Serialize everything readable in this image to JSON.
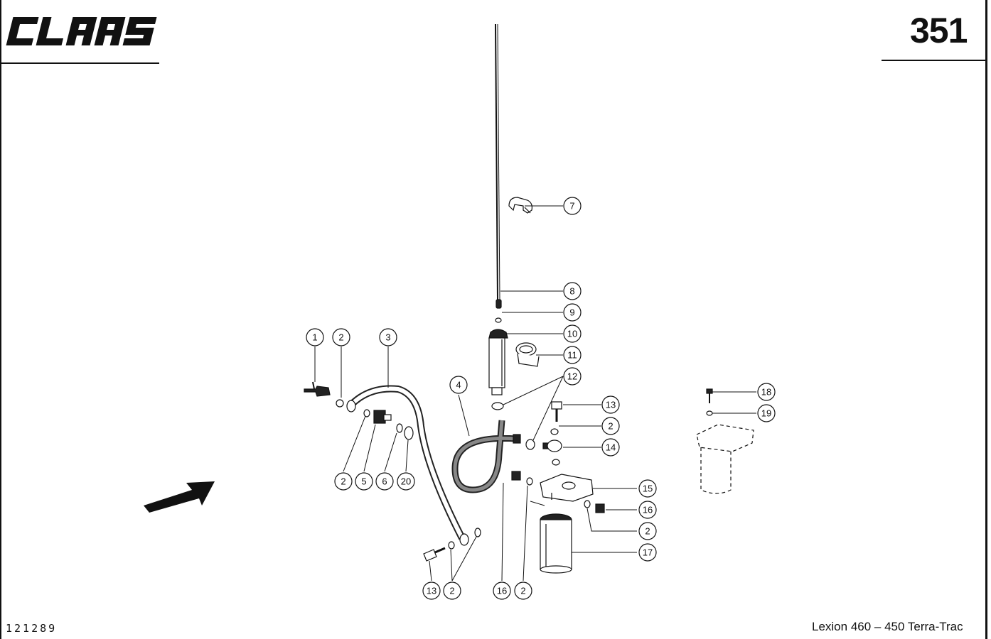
{
  "header": {
    "brand": "CLAAS",
    "page_number": "351"
  },
  "footer": {
    "drawing_number": "121289",
    "model": "Lexion 460 – 450 Terra-Trac"
  },
  "callouts": [
    {
      "id": "c1",
      "label": "1"
    },
    {
      "id": "c2a",
      "label": "2"
    },
    {
      "id": "c3",
      "label": "3"
    },
    {
      "id": "c4",
      "label": "4"
    },
    {
      "id": "c2b",
      "label": "2"
    },
    {
      "id": "c5",
      "label": "5"
    },
    {
      "id": "c6",
      "label": "6"
    },
    {
      "id": "c20",
      "label": "20"
    },
    {
      "id": "c7",
      "label": "7"
    },
    {
      "id": "c8",
      "label": "8"
    },
    {
      "id": "c9",
      "label": "9"
    },
    {
      "id": "c10",
      "label": "10"
    },
    {
      "id": "c11",
      "label": "11"
    },
    {
      "id": "c12",
      "label": "12"
    },
    {
      "id": "c13a",
      "label": "13"
    },
    {
      "id": "c2c",
      "label": "2"
    },
    {
      "id": "c14",
      "label": "14"
    },
    {
      "id": "c15",
      "label": "15"
    },
    {
      "id": "c16a",
      "label": "16"
    },
    {
      "id": "c2d",
      "label": "2"
    },
    {
      "id": "c17",
      "label": "17"
    },
    {
      "id": "c18",
      "label": "18"
    },
    {
      "id": "c19",
      "label": "19"
    },
    {
      "id": "c13b",
      "label": "13"
    },
    {
      "id": "c2e",
      "label": "2"
    },
    {
      "id": "c16b",
      "label": "16"
    },
    {
      "id": "c2f",
      "label": "2"
    }
  ]
}
